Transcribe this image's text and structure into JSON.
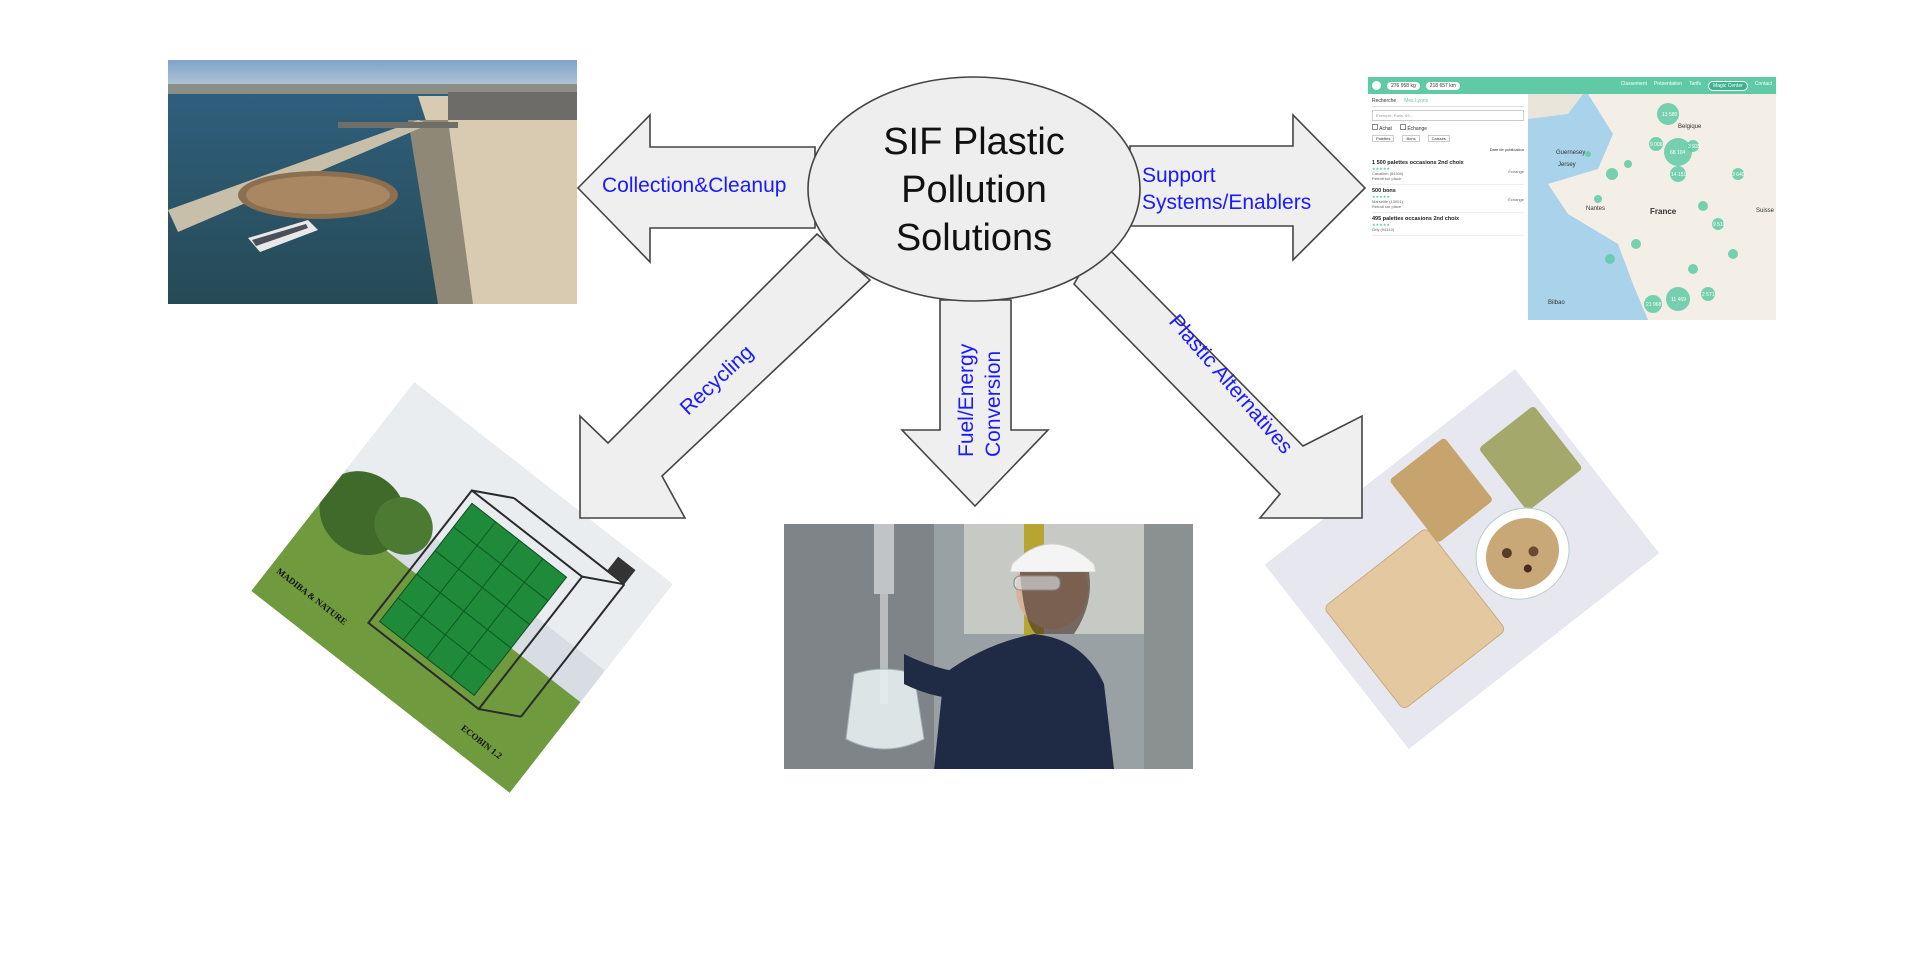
{
  "center": {
    "line1": "SIF Plastic",
    "line2": "Pollution",
    "line3": "Solutions"
  },
  "labels": {
    "collection": "Collection&Cleanup",
    "support_line1": "Support",
    "support_line2": "Systems/Enablers",
    "recycling": "Recycling",
    "fuel_line1": "Fuel/Energy",
    "fuel_line2": "Conversion",
    "alternatives": "Plastic Alternatives"
  },
  "colors": {
    "label": "#1a1aff",
    "arrow_fill": "#efefef",
    "stroke": "#444444",
    "accent_map": "#5fcaa5"
  },
  "recycling_photo": {
    "sign1": "MADIBA & NATURE",
    "sign2": "ECOBIN 1.2"
  },
  "map_app": {
    "stat1": "276 958 kg",
    "stat2": "218 657 km",
    "nav": [
      "Classement",
      "Présentation",
      "Tarifs",
      "Magic Center",
      "Contact"
    ],
    "tabs": [
      "Recherche",
      "Mes Lyons"
    ],
    "search_placeholder": "Exemple: Paris, 69...",
    "checks": [
      "Achat",
      "Échange"
    ],
    "filters": [
      "Palettes",
      "Bons",
      "Caisses"
    ],
    "sort_label": "Date de publication",
    "listings": [
      {
        "title": "1 500 palettes occasions 2nd choix",
        "place": "Cavaillon (84300)",
        "delivery": "Retrait sur place",
        "badge": "Échange"
      },
      {
        "title": "500 bons",
        "place": "Marseille (13001)",
        "delivery": "Retrait sur place",
        "badge": "Échange"
      },
      {
        "title": "495 palettes occasions 2nd choix",
        "place": "Orly (94310)",
        "delivery": "",
        "badge": ""
      }
    ],
    "map_labels": [
      "Belgique",
      "Guernesey",
      "Jersey",
      "Nantes",
      "France",
      "Suisse",
      "Bilbao"
    ],
    "clusters": [
      "13 580",
      "9 006",
      "68 104",
      "3 935",
      "14 151",
      "3 640",
      "9 511",
      "21 968",
      "11 469",
      "2 571"
    ]
  }
}
